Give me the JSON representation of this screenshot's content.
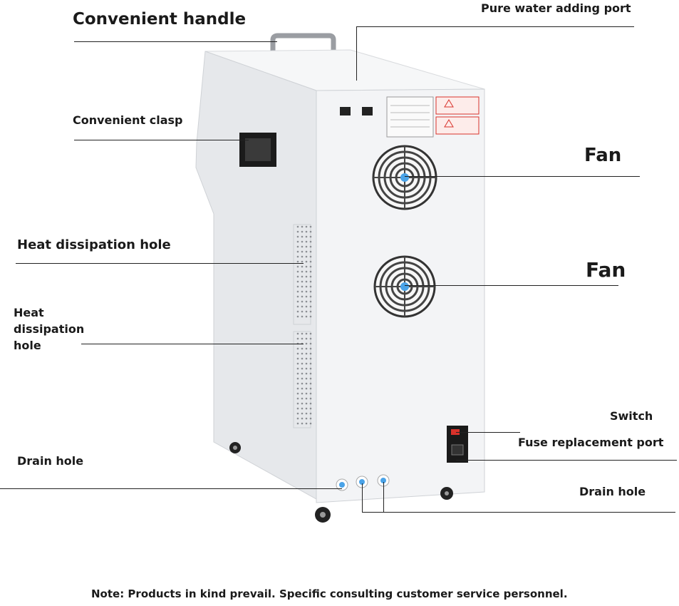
{
  "callouts": {
    "convenient_handle": "Convenient handle",
    "pure_water_port": "Pure water adding port",
    "convenient_clasp": "Convenient clasp",
    "fan_upper": "Fan",
    "fan_lower": "Fan",
    "heat_hole_1": "Heat dissipation hole",
    "heat_hole_2_line1": "Heat",
    "heat_hole_2_line2": "dissipation",
    "heat_hole_2_line3": "hole",
    "switch": "Switch",
    "fuse_port": "Fuse replacement port",
    "drain_left": "Drain hole",
    "drain_right": "Drain hole"
  },
  "footer_note": "Note: Products in kind prevail. Specific consulting customer service personnel.",
  "colors": {
    "body": "#f2f3f5",
    "body_side": "#e4e6ea",
    "fan_guard": "#444444",
    "accent_blue": "#4aa3e8",
    "warning_red": "#d9322b"
  }
}
